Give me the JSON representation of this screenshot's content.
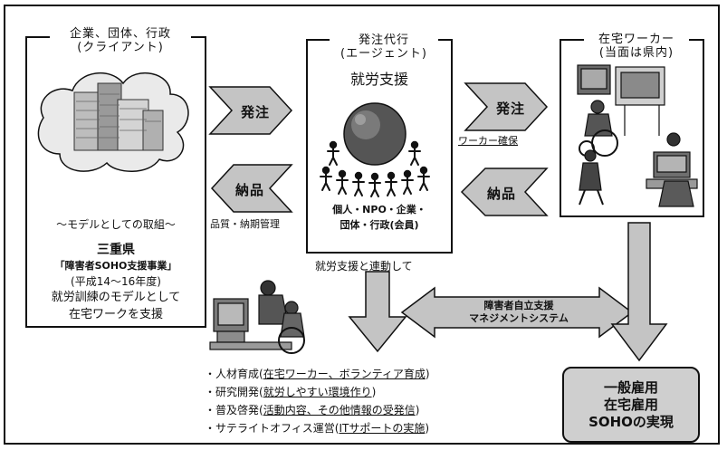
{
  "client": {
    "title_line1": "企業、団体、行政",
    "title_line2": "(クライアント)",
    "model_heading": "〜モデルとしての取組〜",
    "pref": "三重県",
    "project": "「障害者SOHO支援事業」",
    "period": "(平成14〜16年度)",
    "desc_line1": "就労訓練のモデルとして",
    "desc_line2": "在宅ワークを支援"
  },
  "agent": {
    "title_line1": "発注代行",
    "title_line2": "(エージェント)",
    "heading": "就労支援",
    "members_line1": "個人・NPO・企業・",
    "members_line2": "団体・行政(会員)"
  },
  "worker": {
    "title_line1": "在宅ワーカー",
    "title_line2": "(当面は県内)"
  },
  "arrows": {
    "order_left": "発注",
    "order_right": "発注",
    "delivery_left": "納品",
    "delivery_right": "納品",
    "worker_recruit": "ワーカー確保",
    "quality": "品質・納期管理",
    "linked": "就労支援と連動して"
  },
  "management": {
    "line1": "障害者自立支援",
    "line2": "マネジメントシステム"
  },
  "activities": [
    {
      "bullet": "・人材育成(",
      "link": "在宅ワーカー、ボランティア育成",
      "tail": ")"
    },
    {
      "bullet": "・研究開発(",
      "link": "就労しやすい環境作り",
      "tail": ")"
    },
    {
      "bullet": "・普及啓発(",
      "link": "活動内容、その他情報の受発信",
      "tail": ")"
    },
    {
      "bullet": "・サテライトオフィス運営(",
      "link": "ITサポートの実施",
      "tail": ")"
    }
  ],
  "goal": {
    "line1": "一般雇用",
    "line2": "在宅雇用",
    "line3": "SOHOの実現"
  },
  "colors": {
    "arrow_gray": "#c4c4c4",
    "stroke": "#111111",
    "goal_fill": "#cfcfcf"
  }
}
